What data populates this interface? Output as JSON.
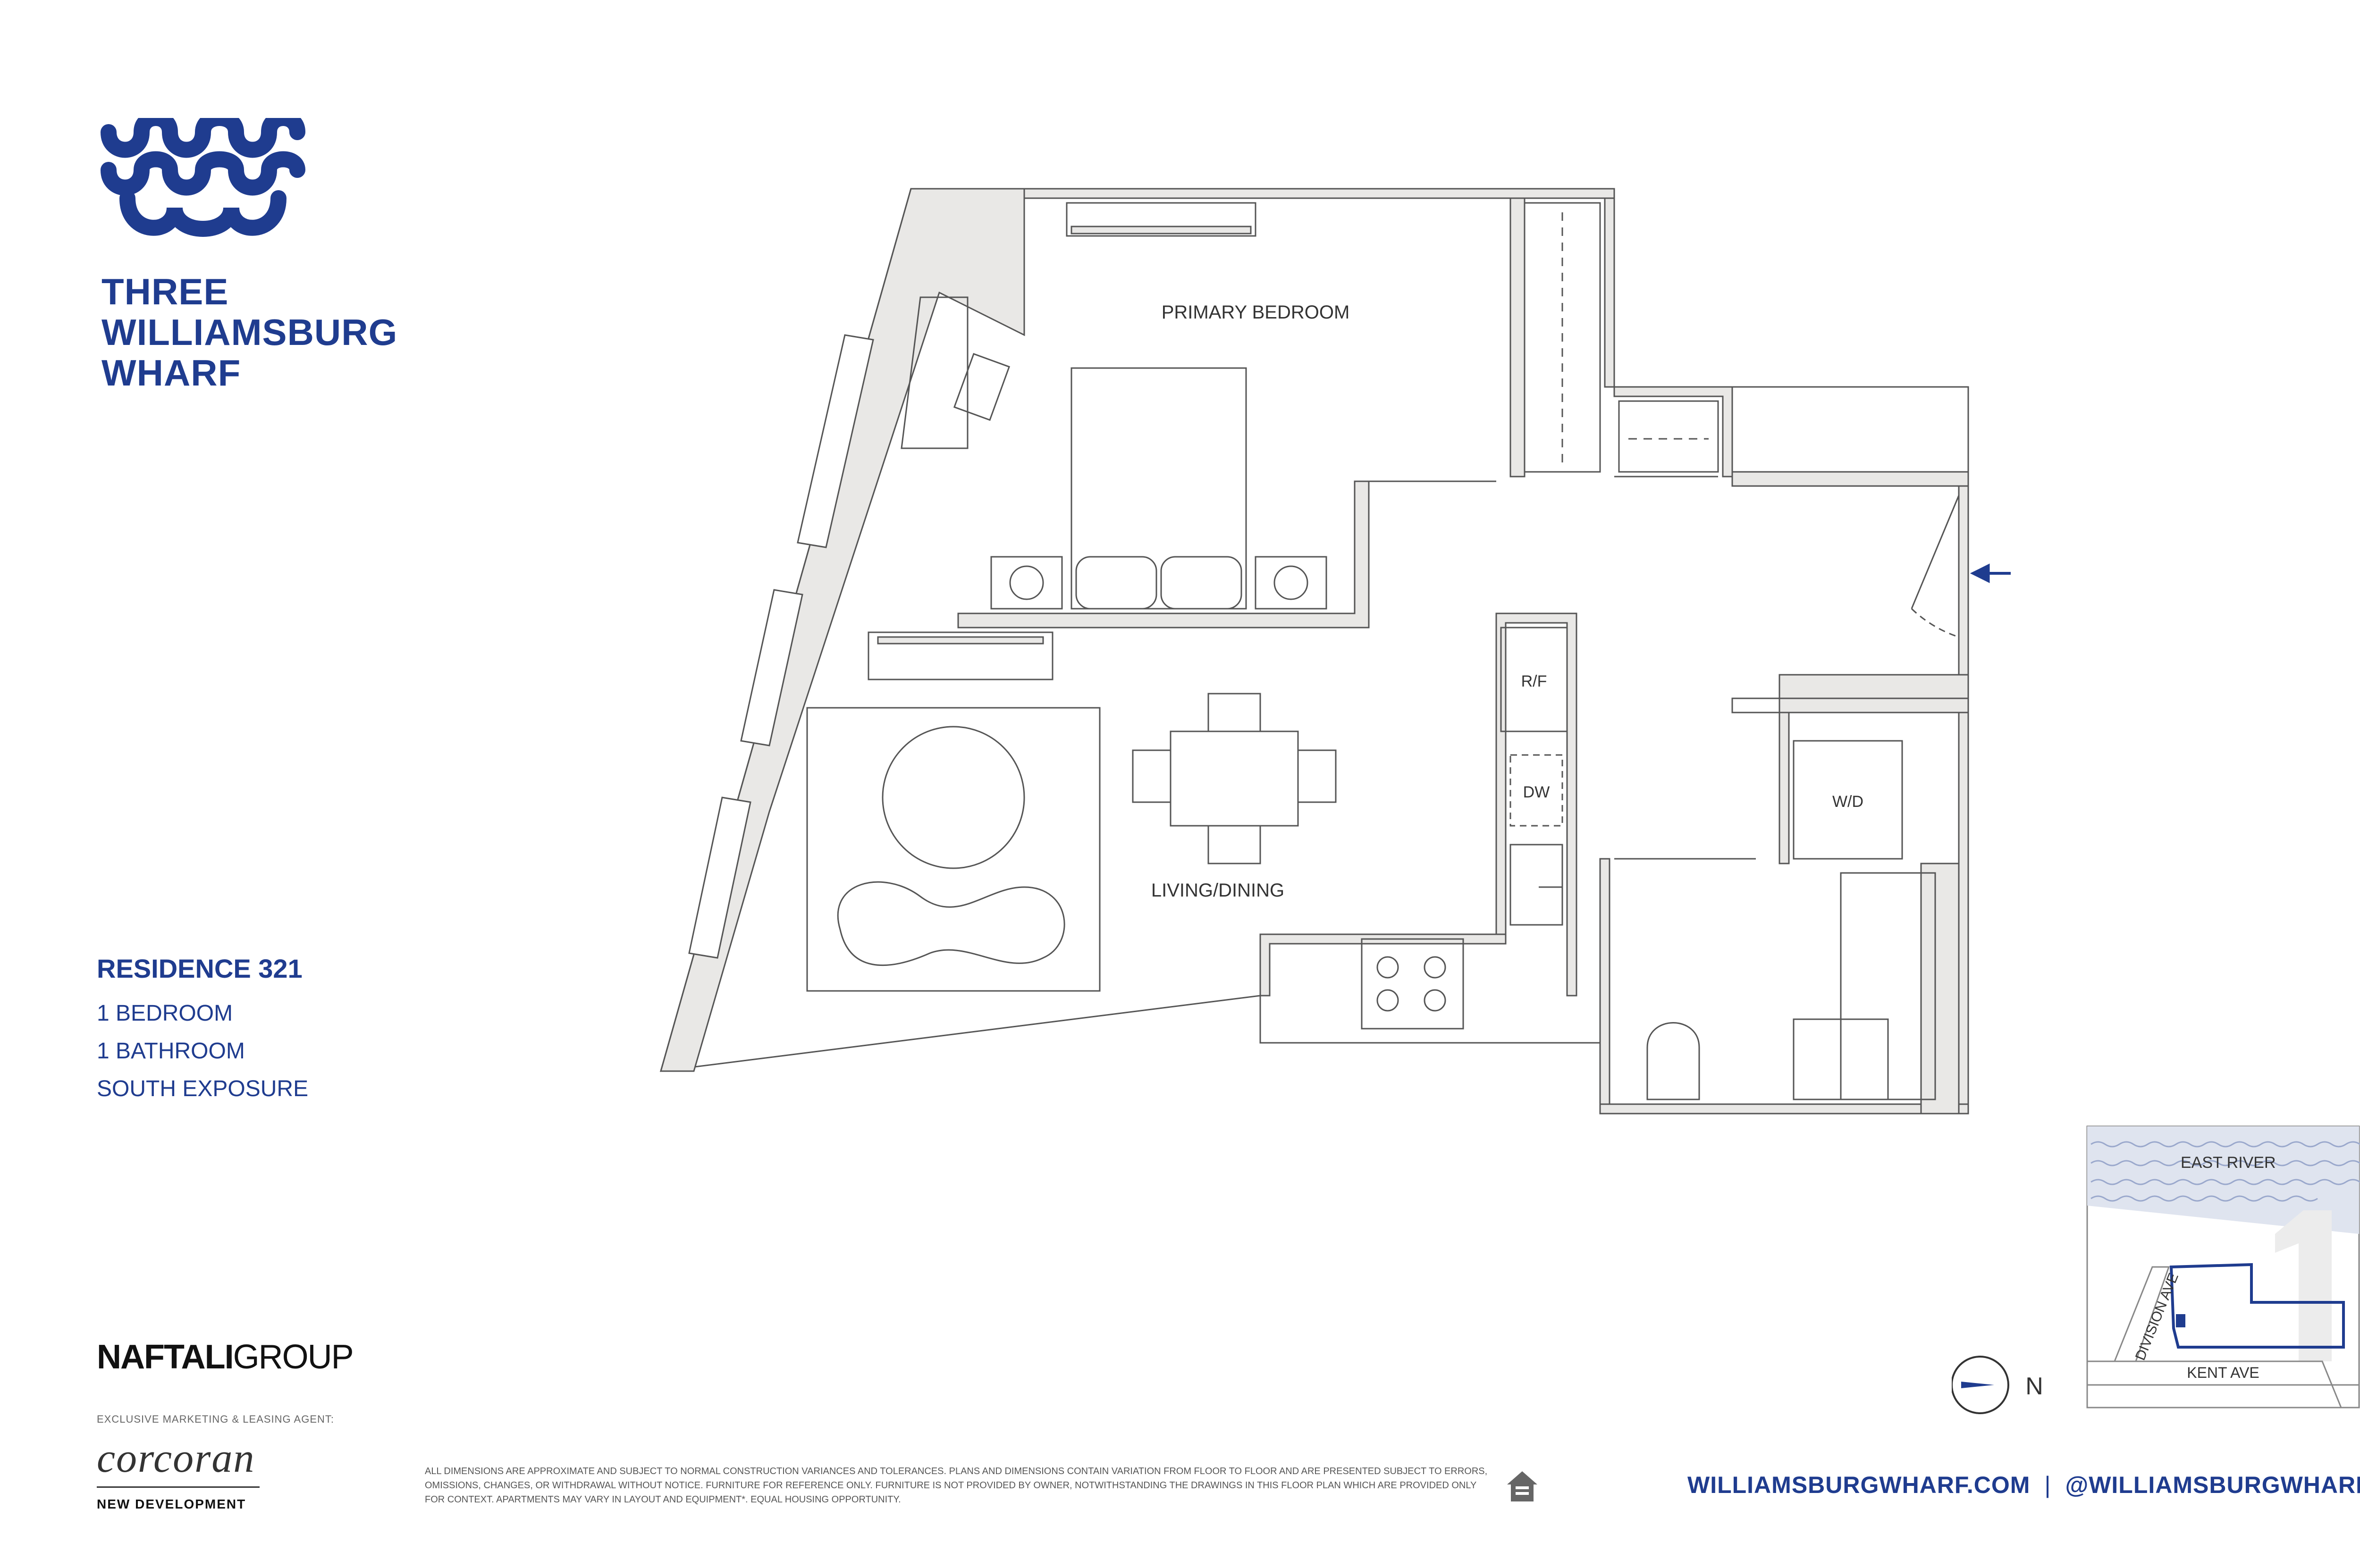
{
  "brand": {
    "name_lines": [
      "THREE",
      "WILLIAMSBURG",
      "WHARF"
    ],
    "logo_icon": "wave-w-logo-icon",
    "color": "#1f3c8f"
  },
  "residence": {
    "title": "RESIDENCE 321",
    "bedrooms": "1 BEDROOM",
    "bathrooms": "1 BATHROOM",
    "exposure": "SOUTH EXPOSURE"
  },
  "floorplan": {
    "rooms": {
      "primary_bedroom": "PRIMARY BEDROOM",
      "living_dining": "LIVING/DINING"
    },
    "appliances": {
      "refrigerator": "R/F",
      "dishwasher": "DW",
      "washer_dryer": "W/D"
    },
    "wall_color": "#e9e8e6",
    "entry_arrow_color": "#1f3c8f"
  },
  "compass": {
    "label": "N"
  },
  "keymap": {
    "river": "EAST RIVER",
    "street_vertical": "DIVISION AVE",
    "street_horizontal": "KENT AVE",
    "building_number": "1"
  },
  "developer": {
    "name_bold": "NAFTALI",
    "name_light": "GROUP"
  },
  "agent": {
    "label": "EXCLUSIVE MARKETING & LEASING AGENT:",
    "name": "corcoran",
    "division": "NEW DEVELOPMENT"
  },
  "disclaimer": "All dimensions are approximate and subject to normal construction variances and tolerances. Plans and dimensions contain variation from floor to floor and are presented subject to errors, omissions, changes, or withdrawal without notice. Furniture for reference only. Furniture is not provided by owner, notwithstanding the drawings in this floor plan which are provided only for context. Apartments may vary in layout and equipment*. Equal Housing Opportunity.",
  "contact": {
    "website": "WILLIAMSBURGWHARF.COM",
    "separator": "|",
    "handle": "@WILLIAMSBURGWHARF"
  }
}
